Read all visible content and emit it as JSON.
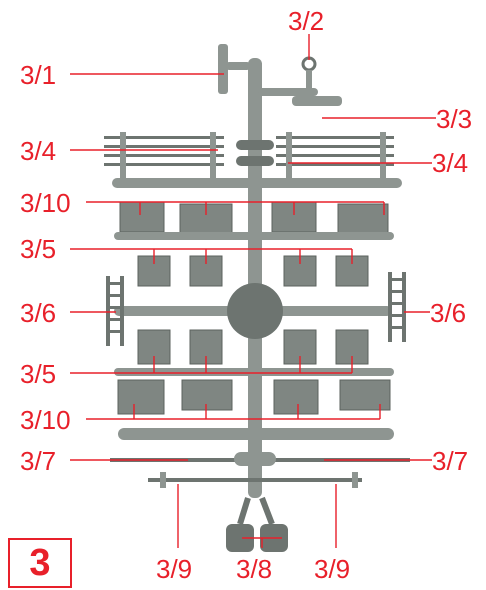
{
  "sheet_number": "3",
  "labels": {
    "l_3_1": "3/1",
    "l_3_2": "3/2",
    "l_3_3": "3/3",
    "l_3_4_left": "3/4",
    "l_3_4_right": "3/4",
    "l_3_10_top": "3/10",
    "l_3_5_top": "3/5",
    "l_3_6_left": "3/6",
    "l_3_6_right": "3/6",
    "l_3_5_bottom": "3/5",
    "l_3_10_bottom": "3/10",
    "l_3_7_left": "3/7",
    "l_3_7_right": "3/7",
    "l_3_9_left": "3/9",
    "l_3_8": "3/8",
    "l_3_9_right": "3/9"
  },
  "colors": {
    "label": "#e8202a",
    "sprue": "#8e9591"
  }
}
